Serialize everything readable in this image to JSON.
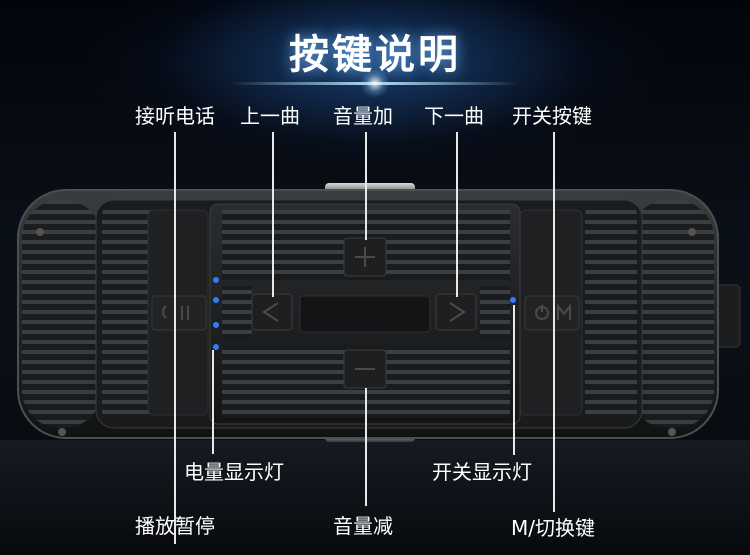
{
  "title": "按键说明",
  "labels": {
    "answer_call": "接听电话",
    "previous_track": "上一曲",
    "volume_up": "音量加",
    "next_track": "下一曲",
    "power_key": "开关按键",
    "battery_indicator": "电量显示灯",
    "power_indicator": "开关显示灯",
    "play_pause": "播放暂停",
    "volume_down": "音量减",
    "mode_switch": "M/切换键"
  },
  "colors": {
    "background": "#05070c",
    "led": "#2f7dff",
    "text": "#ffffff"
  }
}
